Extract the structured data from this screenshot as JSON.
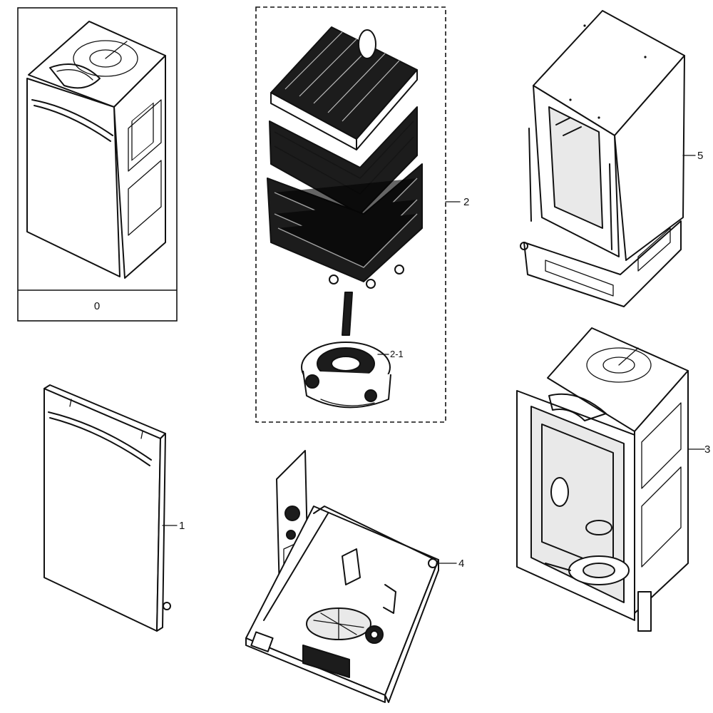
{
  "parts": {
    "kit": {
      "label": "0",
      "icon": "dishwasher-assembly-icon"
    },
    "door": {
      "label": "1",
      "icon": "door-panel-icon"
    },
    "racks": {
      "label": "2",
      "icon": "dish-racks-icon"
    },
    "pump": {
      "label": "2-1",
      "icon": "wash-pump-icon"
    },
    "tub": {
      "label": "3",
      "icon": "tub-assembly-icon"
    },
    "base": {
      "label": "4",
      "icon": "base-frame-icon"
    },
    "cabinet": {
      "label": "5",
      "icon": "cabinet-cover-icon"
    }
  }
}
